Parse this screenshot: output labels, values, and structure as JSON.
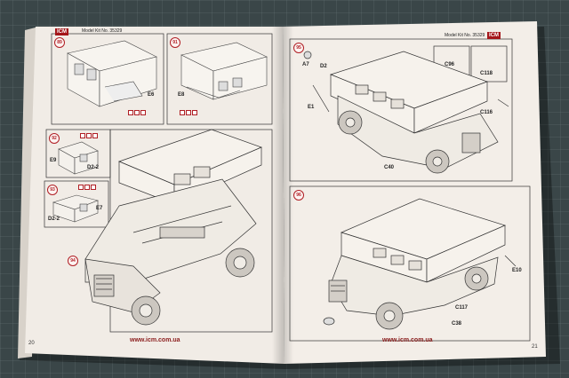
{
  "left_page": {
    "brand": "ICM",
    "model_kit": "Model Kit No. 35329",
    "website": "www.icm.com.ua",
    "page_number": "20",
    "steps": [
      "89",
      "91",
      "92",
      "93",
      "94"
    ],
    "part_labels": [
      "E6",
      "E8",
      "E9",
      "D2-2",
      "E7",
      "D2-2"
    ]
  },
  "right_page": {
    "brand": "ICM",
    "model_kit": "Model Kit No. 35329",
    "website": "www.icm.com.ua",
    "page_number": "21",
    "steps": [
      "95",
      "96"
    ],
    "part_labels": [
      "A7",
      "D2",
      "E1",
      "C96",
      "C118",
      "C116",
      "C40",
      "E10",
      "C117",
      "C38"
    ]
  },
  "colors": {
    "mat": "#3a4648",
    "paper": "#f1ece6",
    "accent_red": "#b01e24"
  }
}
